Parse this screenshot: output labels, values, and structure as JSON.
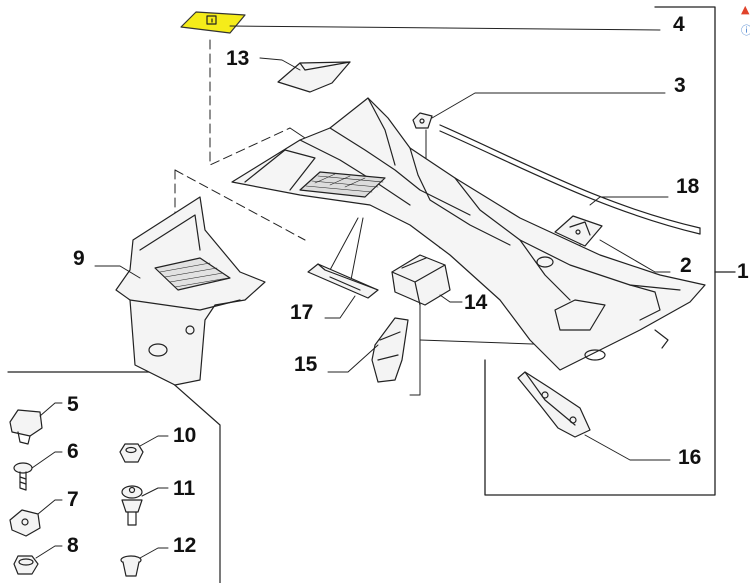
{
  "callouts": {
    "p1": "1",
    "p2": "2",
    "p3": "3",
    "p4": "4",
    "p5": "5",
    "p6": "6",
    "p7": "7",
    "p8": "8",
    "p9": "9",
    "p10": "10",
    "p11": "11",
    "p12": "12",
    "p13": "13",
    "p14": "14",
    "p15": "15",
    "p16": "16",
    "p17": "17",
    "p18": "18"
  },
  "colors": {
    "line": "#222222",
    "part_fill": "#f4f4f4",
    "highlight": "#f5ec1a",
    "side_icon_red": "#e0432b",
    "side_icon_blue": "#3b78c9"
  },
  "side_icons": [
    "warning-icon",
    "info-icon"
  ]
}
